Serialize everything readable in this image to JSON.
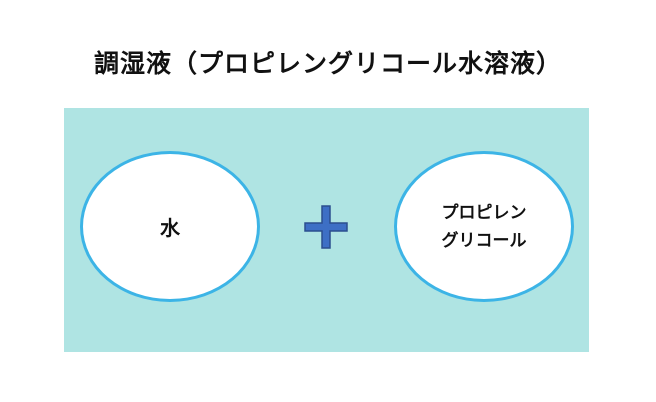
{
  "title": "調湿液（プロピレングリコール水溶液）",
  "left_ellipse": {
    "label": "水"
  },
  "right_ellipse": {
    "label_line1": "プロピレン",
    "label_line2": "グリコール"
  },
  "operator": {
    "icon": "plus-icon"
  },
  "colors": {
    "panel_background": "#afe4e3",
    "ellipse_fill": "#ffffff",
    "ellipse_border": "#3cb4e6",
    "plus_fill": "#3d6fc5",
    "plus_stroke": "#2b4f8f"
  }
}
